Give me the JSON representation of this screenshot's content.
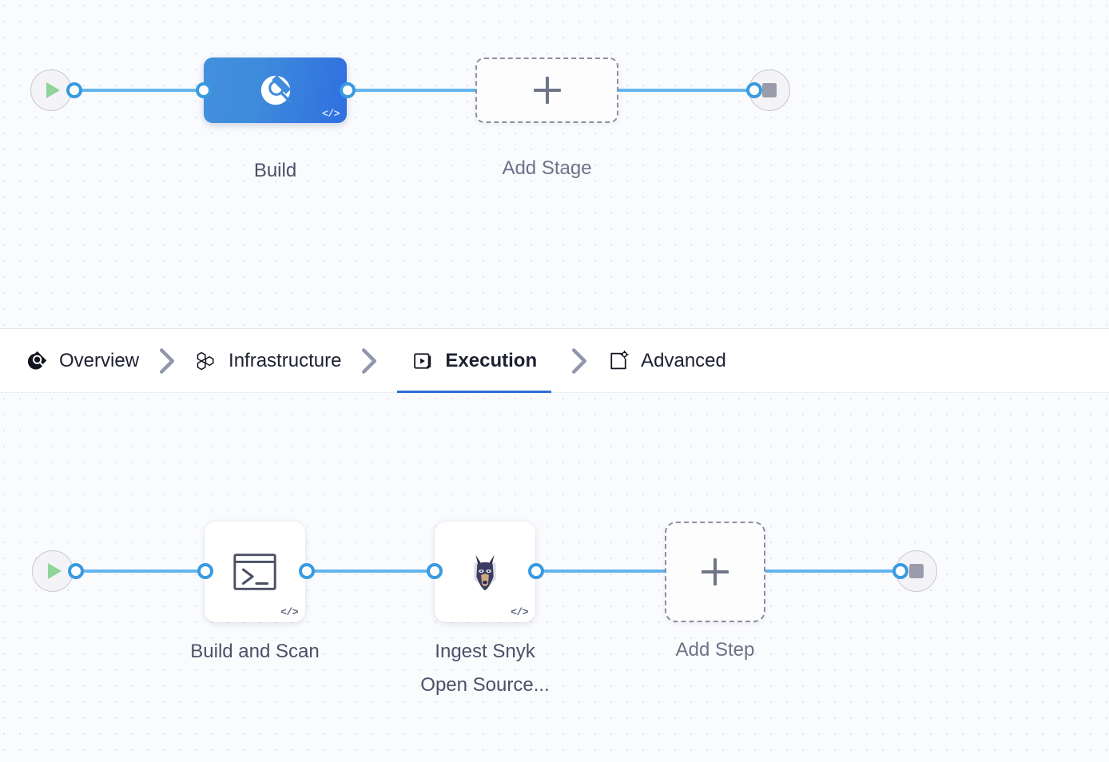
{
  "colors": {
    "canvas_bg": "#fafbfd",
    "dot": "#dfe3ec",
    "edge": "#65b5ef",
    "port_ring": "#3a9ae0",
    "stage_blue_from": "#4390dd",
    "stage_blue_to": "#2f6fe0",
    "active_tab_underline": "#2c6ed2",
    "play_green": "#8fd49a",
    "stop_gray": "#9a9cab",
    "dashed_border": "#8a8fa3",
    "caption_text": "#4b5068"
  },
  "stage_graph": {
    "start_node": {
      "name": "start-node",
      "icon": "play-icon"
    },
    "nodes": [
      {
        "id": "build",
        "label": "Build",
        "icon": "snyk-scan-icon",
        "badge": "</>",
        "type": "stage",
        "selected": true
      },
      {
        "id": "add-stage",
        "label": "Add Stage",
        "icon": "plus-icon",
        "type": "add"
      }
    ],
    "end_node": {
      "name": "end-node",
      "icon": "stop-icon"
    }
  },
  "tabs": [
    {
      "id": "overview",
      "label": "Overview",
      "icon": "overview-scan-icon",
      "active": false
    },
    {
      "id": "infrastructure",
      "label": "Infrastructure",
      "icon": "hexagons-icon",
      "active": false
    },
    {
      "id": "execution",
      "label": "Execution",
      "icon": "play-box-icon",
      "active": true
    },
    {
      "id": "advanced",
      "label": "Advanced",
      "icon": "document-gear-icon",
      "active": false
    }
  ],
  "tab_separator_icon": "chevron-right-icon",
  "step_graph": {
    "start_node": {
      "name": "start-node",
      "icon": "play-icon"
    },
    "nodes": [
      {
        "id": "build-and-scan",
        "label": "Build and Scan",
        "icon": "terminal-icon",
        "badge": "</>",
        "type": "step"
      },
      {
        "id": "ingest-snyk",
        "label": "Ingest Snyk\nOpen Source...",
        "icon": "snyk-dog-icon",
        "badge": "</>",
        "type": "step"
      },
      {
        "id": "add-step",
        "label": "Add Step",
        "icon": "plus-icon",
        "type": "add"
      }
    ],
    "end_node": {
      "name": "end-node",
      "icon": "stop-icon"
    }
  }
}
